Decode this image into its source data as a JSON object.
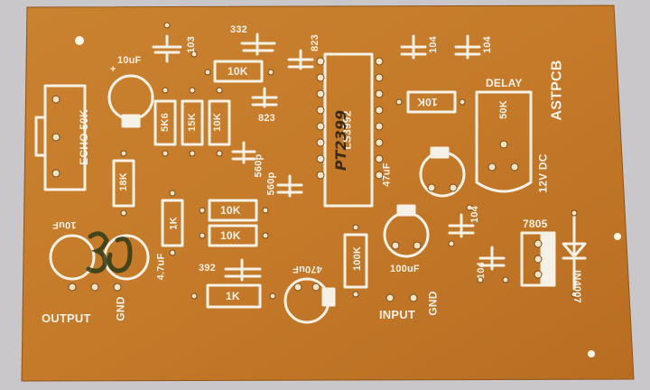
{
  "colors": {
    "board": "#c77a2a",
    "board_dark": "#a9611c",
    "silkscreen": "#f6f1e6",
    "background": "#c9c7ca",
    "hole": "#6b4a22",
    "marker": "#2f3a18"
  },
  "labels": {
    "cap_103": "103",
    "cap_332": "332",
    "cap_823_top": "823",
    "cap_104_a": "104",
    "cap_104_b": "104",
    "cap_10uf": "10uF",
    "res_10k_top": "10K",
    "cap_823_mid": "823",
    "ic_ls3992": "LS3992",
    "ic_handwritten": "PT2399",
    "res_10k_right": "10K",
    "delay": "DELAY",
    "pot_50k": "50K",
    "brand": "ASTPCB",
    "echo_50k": "ECHO 50K",
    "res_5k6": "5K6",
    "res_15k": "15K",
    "res_10k_col": "10K",
    "cap_560p": "560p",
    "cap_560p_b": "560p",
    "res_18k": "18K",
    "cap_47uf_mid": "47uF",
    "power_12v": "12V DC",
    "res_1k_vert": "1K",
    "res_10k_a": "10K",
    "res_10k_b": "10K",
    "cap_104_c": "104",
    "reg_7805": "7805",
    "cap_10uf_left": "10uF",
    "cap_47uf_low": "4.7uF",
    "cap_470uf": "470uF",
    "res_100k": "100K",
    "cap_100uf": "100uF",
    "cap_104_d": "104",
    "diode_in4007": "IN4007",
    "cap_392": "392",
    "res_1k_low": "1K",
    "output": "OUTPUT",
    "gnd_left": "GND",
    "input": "INPUT",
    "gnd_right": "GND",
    "plus_mark": "+",
    "handwritten_marks": "30"
  }
}
